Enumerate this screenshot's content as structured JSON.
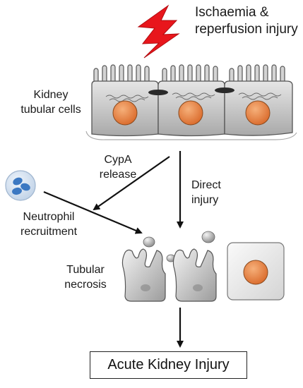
{
  "labels": {
    "trigger_line1": "Ischaemia &",
    "trigger_line2": "reperfusion injury",
    "tubular_cells_line1": "Kidney",
    "tubular_cells_line2": "tubular cells",
    "cypa_line1": "CypA",
    "cypa_line2": "release",
    "direct_line1": "Direct",
    "direct_line2": "injury",
    "neutrophil_line1": "Neutrophil",
    "neutrophil_line2": "recruitment",
    "necrosis_line1": "Tubular",
    "necrosis_line2": "necrosis",
    "outcome": "Acute Kidney Injury"
  },
  "colors": {
    "lightning": "#e8161c",
    "cell_body": "#d7d7d7",
    "nucleus": "#e8833a",
    "neutrophil": "#3b78c2"
  }
}
